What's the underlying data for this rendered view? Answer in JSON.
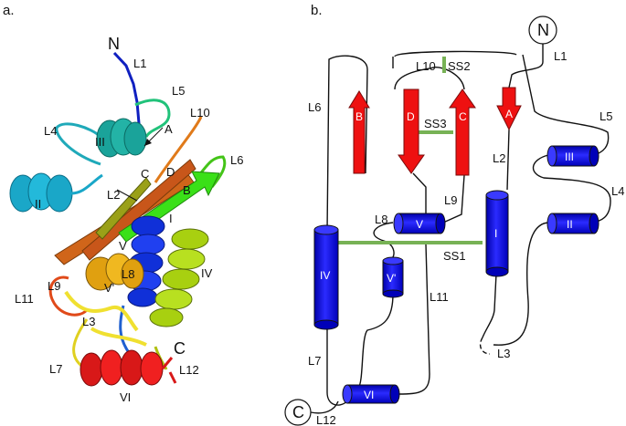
{
  "panel_a": {
    "label": "a.",
    "terminus_n": "N",
    "terminus_c": "C",
    "loops": [
      "L1",
      "L2",
      "L3",
      "L4",
      "L5",
      "L6",
      "L7",
      "L8",
      "L9",
      "L10",
      "L11",
      "L12"
    ],
    "helices": [
      "I",
      "II",
      "III",
      "IV",
      "V",
      "V'",
      "VI"
    ],
    "strands": [
      "A",
      "B",
      "C",
      "D"
    ]
  },
  "panel_b": {
    "label": "b.",
    "terminus_n": "N",
    "terminus_c": "C",
    "strands": [
      "A",
      "B",
      "C",
      "D"
    ],
    "helices": [
      "I",
      "II",
      "III",
      "IV",
      "V",
      "V'",
      "VI"
    ],
    "loops": [
      "L1",
      "L2",
      "L3",
      "L4",
      "L5",
      "L6",
      "L7",
      "L8",
      "L9",
      "L10",
      "L11",
      "L12"
    ],
    "disulfides": [
      "SS1",
      "SS2",
      "SS3"
    ]
  },
  "colors": {
    "strand": "#ee1111",
    "helix": "#1a1adc",
    "disulfide": "#77b255",
    "line": "#111111"
  }
}
